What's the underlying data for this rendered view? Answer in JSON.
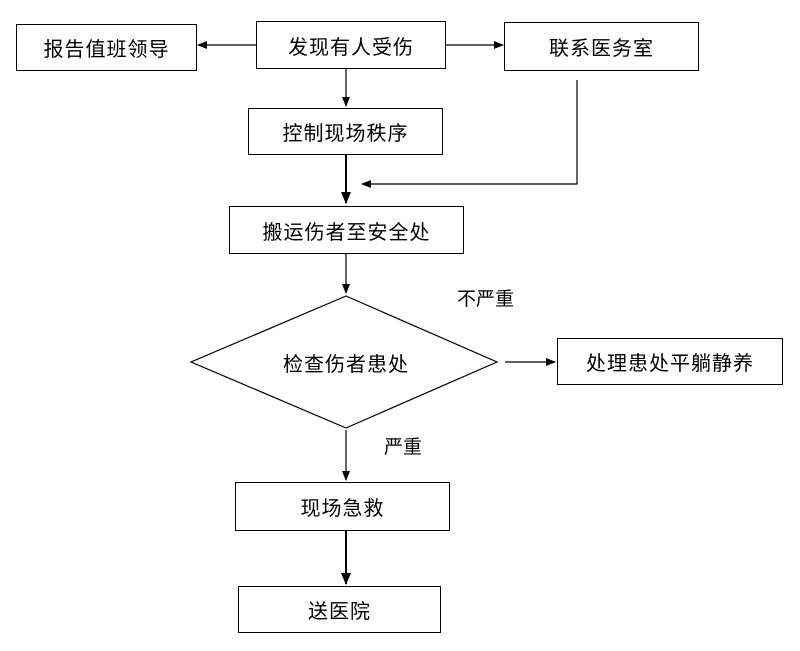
{
  "nodes": {
    "discover": "发现有人受伤",
    "report": "报告值班领导",
    "contact": "联系医务室",
    "control": "控制现场秩序",
    "transport": "搬运伤者至安全处",
    "check": "检查伤者患处",
    "rest": "处理患处平躺静养",
    "first_aid": "现场急救",
    "hospital": "送医院"
  },
  "edge_labels": {
    "not_serious": "不严重",
    "serious": "严重"
  }
}
